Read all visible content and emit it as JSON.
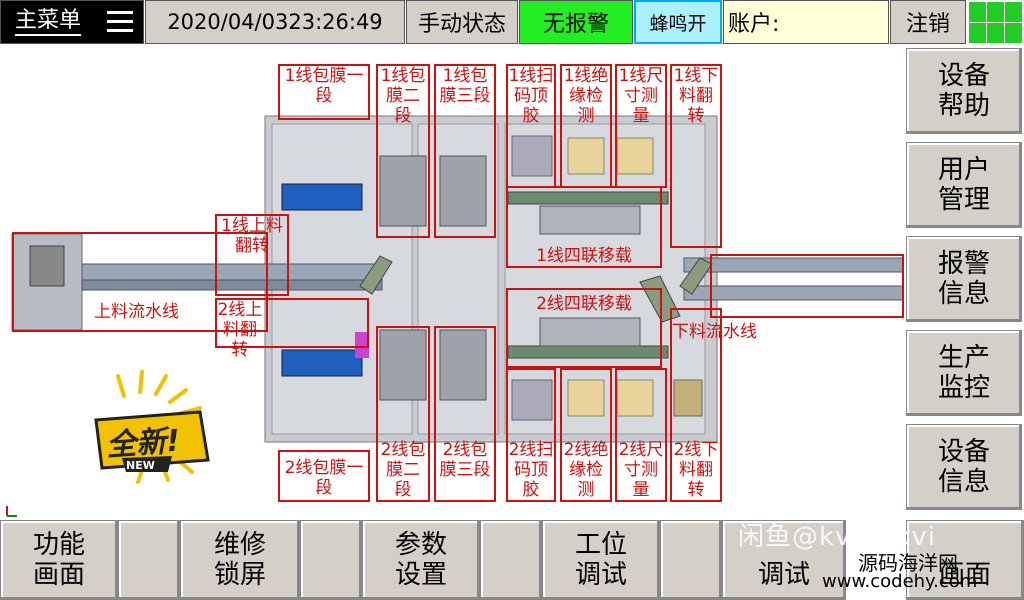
{
  "topbar": {
    "menu_label": "主菜单",
    "datetime": "2020/04/0323:26:49",
    "mode": "手动状态",
    "alarm": "无报警",
    "buzzer": "蜂鸣开",
    "account_label": "账户:",
    "logout": "注销"
  },
  "colors": {
    "alarm_ok": "#22ee22",
    "buzzer": "#aaf0ff",
    "station_border": "#cc1111",
    "button_gray": "#d4d0c8"
  },
  "sidebar": {
    "items": [
      {
        "label": "设备帮助"
      },
      {
        "label": "用户管理"
      },
      {
        "label": "报警信息"
      },
      {
        "label": "生产监控"
      },
      {
        "label": "设备信息"
      }
    ]
  },
  "bottom": {
    "items": [
      {
        "label": "功能画面"
      },
      {
        "label": "维修锁屏"
      },
      {
        "label": "参数设置"
      },
      {
        "label": "工位调试"
      },
      {
        "label": "调试"
      },
      {
        "label": "画面"
      }
    ]
  },
  "diagram": {
    "stations": {
      "l1_wrap1": "1线包膜一段",
      "l1_wrap2": "1线包膜二段",
      "l1_wrap3": "1线包膜三段",
      "l1_scan": "1线扫码顶胶",
      "l1_insul": "1线绝缘检测",
      "l1_size": "1线尺寸测量",
      "l1_unload_flip": "1线下料翻转",
      "l1_load_flip": "1线上料翻转",
      "l1_transfer": "1线四联移载",
      "l2_load_flip": "2线上料翻转",
      "l2_transfer": "2线四联移载",
      "l2_wrap1": "2线包膜一段",
      "l2_wrap2": "2线包膜二段",
      "l2_wrap3": "2线包膜三段",
      "l2_scan": "2线扫码顶胶",
      "l2_insul": "2线绝缘检测",
      "l2_size": "2线尺寸测量",
      "l2_unload_flip": "2线下料翻转",
      "loading_line": "上料流水线",
      "unloading_line": "下料流水线"
    },
    "badge": "全新!",
    "badge_sub": "NEW"
  },
  "watermark": {
    "line1": "闲鱼@kvo秦kvi",
    "line2": "源码海洋网",
    "line3": "www.codehy.com"
  }
}
